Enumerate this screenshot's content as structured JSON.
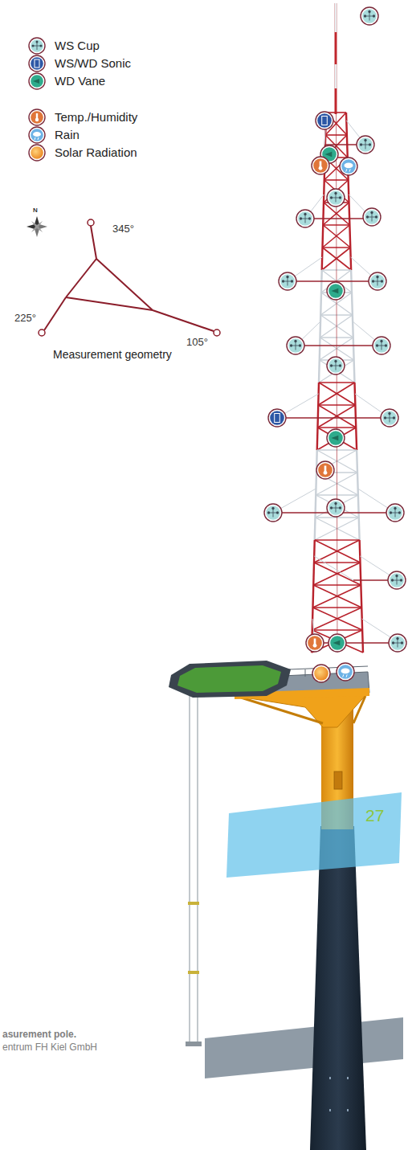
{
  "diagram": {
    "labels": [
      "N",
      "345°",
      "225°",
      "105°",
      "Measurement geometry",
      "asurement pole.",
      "entrum FH Kiel GmbH",
      "27"
    ],
    "legend": [
      {
        "text": "WS Cup"
      },
      {
        "text": "WS/WD Sonic"
      },
      {
        "text": "WD Vane"
      },
      {
        "text": "Temp./Humidity"
      },
      {
        "text": "Rain"
      },
      {
        "text": "Solar Radiation"
      }
    ]
  }
}
